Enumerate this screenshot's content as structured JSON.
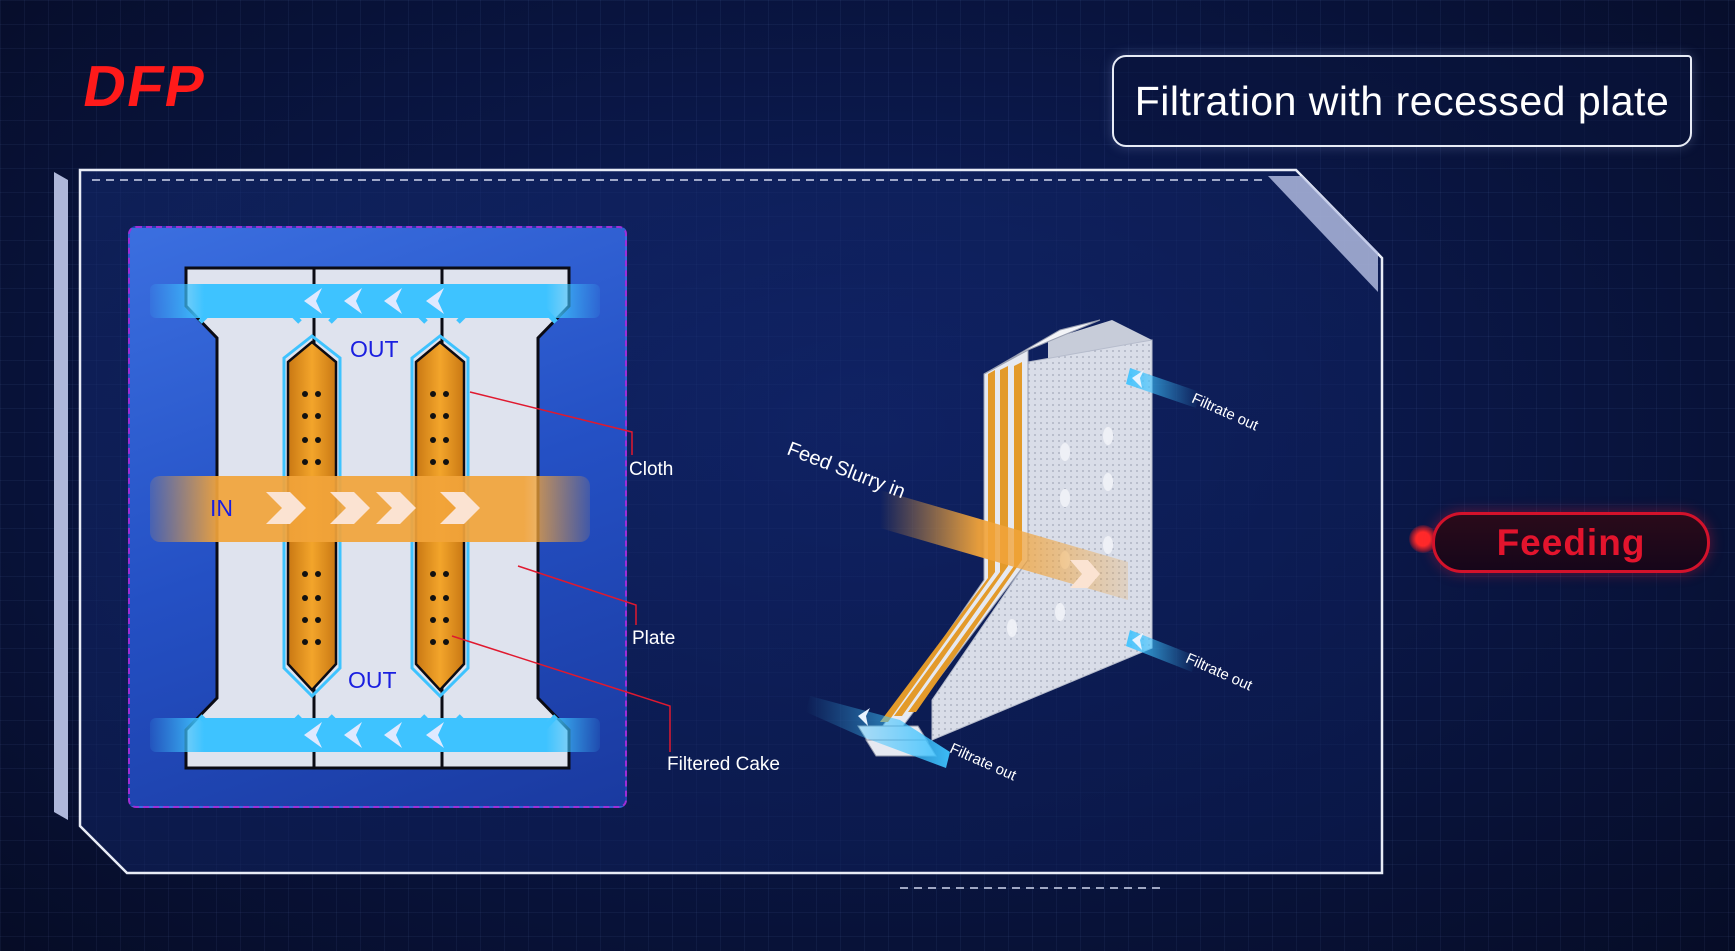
{
  "brand": {
    "logo_text": "DFP"
  },
  "title": "Filtration with recessed plate",
  "status": {
    "label": "Feeding",
    "color": "#e3142d"
  },
  "left_diagram": {
    "flow_in_label": "IN",
    "out_top_label": "OUT",
    "out_bottom_label": "OUT",
    "callouts": {
      "cloth": "Cloth",
      "plate": "Plate",
      "cake": "Filtered Cake"
    }
  },
  "right_diagram": {
    "feed_label": "Feed Slurry in",
    "filtrate_top": "Filtrate out",
    "filtrate_mid": "Filtrate out",
    "filtrate_bottom": "Filtrate out"
  },
  "colors": {
    "slurry": "#f2a43a",
    "filtrate": "#3ec3ff",
    "brand": "#ff1a1a",
    "panel": "#2450c4"
  }
}
